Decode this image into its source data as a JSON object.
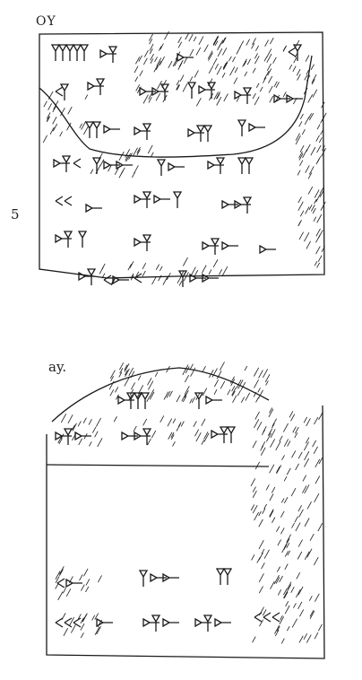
{
  "labels": {
    "obverse": "OY",
    "line_number": "5",
    "reverse": "ay."
  },
  "colors": {
    "ink": "#1a1a1a",
    "paper": "#ffffff"
  }
}
